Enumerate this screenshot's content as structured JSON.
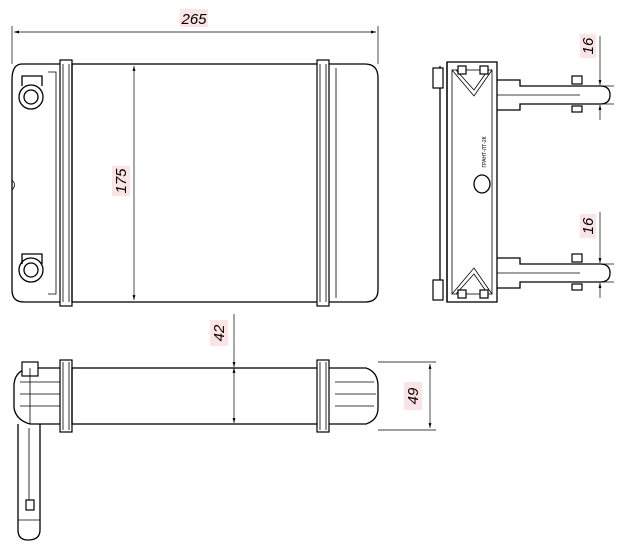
{
  "dimensions": {
    "width": "265",
    "height": "175",
    "core_depth": "42",
    "total_depth": "49",
    "pipe_top": "16",
    "pipe_bottom": "16"
  },
  "side_marking": "ГРАНТ-ЛТ-2К"
}
